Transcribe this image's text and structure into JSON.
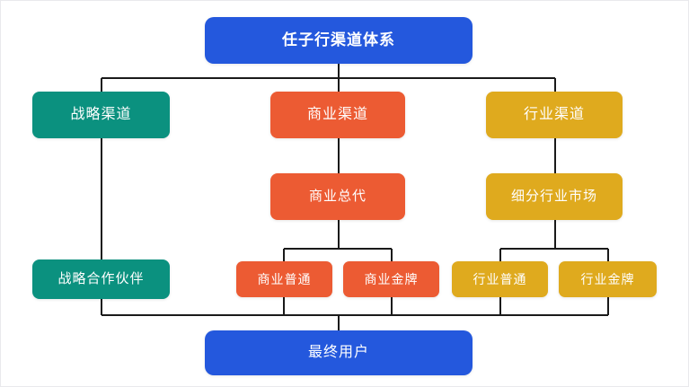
{
  "diagram": {
    "title": "任子行渠道体系",
    "type": "organization-chart",
    "palette": {
      "root": "#2458dd",
      "strategic": "#0b917f",
      "commercial": "#ec5b33",
      "industry": "#dfaa1e",
      "end_user": "#2458dd",
      "connector": "#1a1a1a",
      "background": "#ffffff"
    },
    "nodes": {
      "root": {
        "label": "任子行渠道体系",
        "color": "blue",
        "level": 0
      },
      "strategic": {
        "label": "战略渠道",
        "color": "teal",
        "level": 1
      },
      "commercial": {
        "label": "商业渠道",
        "color": "orange",
        "level": 1
      },
      "industry": {
        "label": "行业渠道",
        "color": "amber",
        "level": 1
      },
      "commercial_agent": {
        "label": "商业总代",
        "color": "orange",
        "level": 2
      },
      "industry_segment": {
        "label": "细分行业市场",
        "color": "amber",
        "level": 2
      },
      "strategic_partner": {
        "label": "战略合作伙伴",
        "color": "teal",
        "level": 3
      },
      "commercial_normal": {
        "label": "商业普通",
        "color": "orange",
        "level": 3
      },
      "commercial_gold": {
        "label": "商业金牌",
        "color": "orange",
        "level": 3
      },
      "industry_normal": {
        "label": "行业普通",
        "color": "amber",
        "level": 3
      },
      "industry_gold": {
        "label": "行业金牌",
        "color": "amber",
        "level": 3
      },
      "end_user": {
        "label": "最终用户",
        "color": "blue",
        "level": 4
      }
    },
    "edges": [
      {
        "from": "root",
        "to": "strategic"
      },
      {
        "from": "root",
        "to": "commercial"
      },
      {
        "from": "root",
        "to": "industry"
      },
      {
        "from": "strategic",
        "to": "strategic_partner"
      },
      {
        "from": "commercial",
        "to": "commercial_agent"
      },
      {
        "from": "industry",
        "to": "industry_segment"
      },
      {
        "from": "commercial_agent",
        "to": "commercial_normal"
      },
      {
        "from": "commercial_agent",
        "to": "commercial_gold"
      },
      {
        "from": "industry_segment",
        "to": "industry_normal"
      },
      {
        "from": "industry_segment",
        "to": "industry_gold"
      },
      {
        "from": "strategic_partner",
        "to": "end_user"
      },
      {
        "from": "commercial_normal",
        "to": "end_user"
      },
      {
        "from": "commercial_gold",
        "to": "end_user"
      },
      {
        "from": "industry_normal",
        "to": "end_user"
      },
      {
        "from": "industry_gold",
        "to": "end_user"
      }
    ]
  }
}
